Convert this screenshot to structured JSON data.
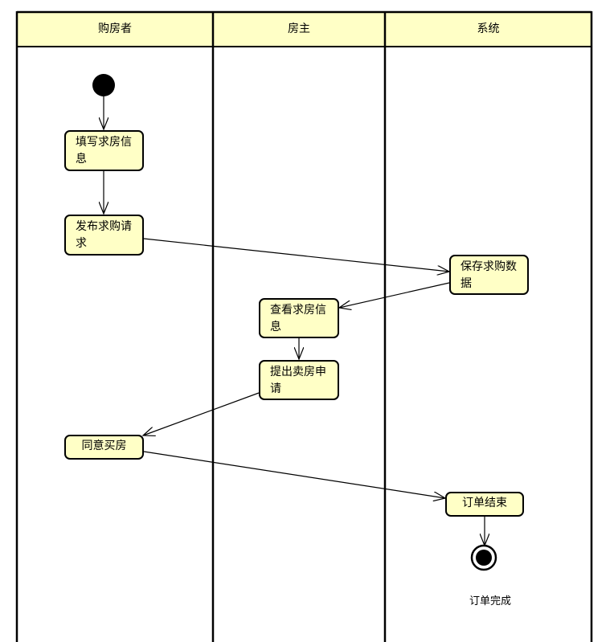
{
  "lanes": [
    {
      "title": "购房者"
    },
    {
      "title": "房主"
    },
    {
      "title": "系统"
    }
  ],
  "activities": {
    "fill_info": "填写求房信息",
    "publish_request": "发布求购请求",
    "save_data": "保存求购数据",
    "view_info": "查看求房信息",
    "propose_sale": "提出卖房申请",
    "agree_buy": "同意买房",
    "order_end": "订单结束"
  },
  "final_label": "订单完成",
  "colors": {
    "header_fill": "#ffffc6",
    "activity_fill": "#ffffc6",
    "stroke": "#000000"
  }
}
